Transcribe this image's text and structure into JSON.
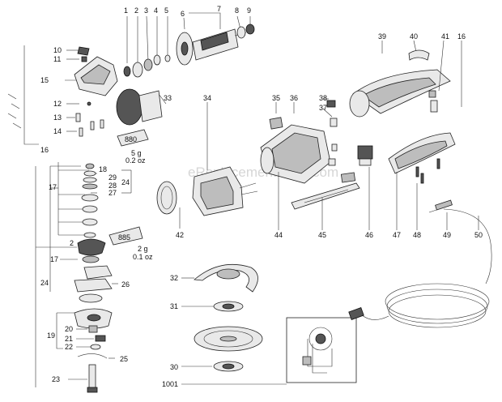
{
  "watermark": "eReplacementParts.com",
  "grease_1": {
    "tube_label": "880",
    "amount": "5 g",
    "amount_oz": "0.2 oz"
  },
  "grease_2": {
    "tube_label": "885",
    "amount": "2 g",
    "amount_oz": "0.1 oz"
  },
  "callouts": [
    "1",
    "2",
    "3",
    "4",
    "5",
    "6",
    "7",
    "8",
    "9",
    "10",
    "11",
    "12",
    "13",
    "14",
    "15",
    "16",
    "17",
    "18",
    "19",
    "20",
    "21",
    "22",
    "23",
    "24",
    "25",
    "26",
    "27",
    "28",
    "29",
    "30",
    "31",
    "32",
    "33",
    "34",
    "35",
    "36",
    "37",
    "38",
    "39",
    "40",
    "41",
    "42",
    "44",
    "45",
    "46",
    "47",
    "48",
    "49",
    "50",
    "1001"
  ]
}
